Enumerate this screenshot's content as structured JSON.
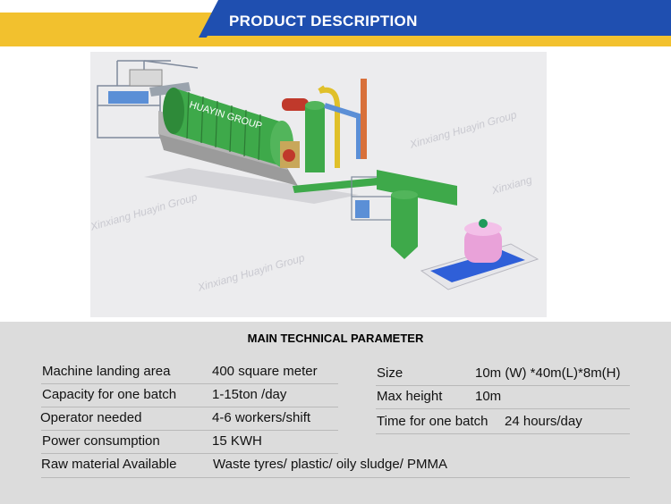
{
  "banner": {
    "title": "PRODUCT DESCRIPTION",
    "colors": {
      "gold": "#f2c12e",
      "blue": "#1f4fb0"
    }
  },
  "image": {
    "description_icon": "pyrolysis-plant-illustration",
    "reactor_label": "HUAYIN GROUP",
    "watermarks": [
      "Xinxiang Huayin Group",
      "Xinxiang Huayin Group",
      "Xinxiang Huayin Group",
      "Xinxiang"
    ]
  },
  "parameters": {
    "title": "MAIN TECHNICAL PARAMETER",
    "left": [
      {
        "label": "Machine landing area",
        "value": "400 square meter"
      },
      {
        "label": "Capacity for one batch",
        "value": "1-15ton /day"
      },
      {
        "label": "Operator needed",
        "value": "4-6 workers/shift"
      },
      {
        "label": "Power consumption",
        "value": "15 KWH"
      },
      {
        "label": "Raw material Available",
        "value": "Waste tyres/ plastic/ oily sludge/ PMMA"
      }
    ],
    "right": [
      {
        "label": "Size",
        "value": "10m (W) *40m(L)*8m(H)"
      },
      {
        "label": "Max height",
        "value": "10m"
      },
      {
        "label": "Time for one batch",
        "value": "24 hours/day"
      }
    ]
  }
}
